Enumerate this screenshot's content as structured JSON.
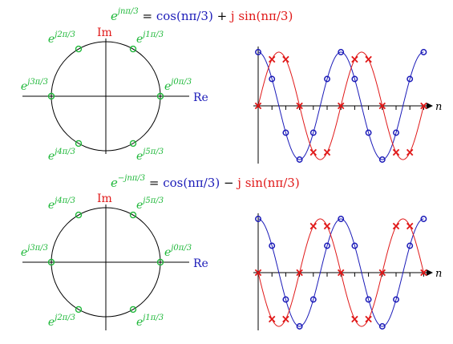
{
  "colors": {
    "green": "#1fb83a",
    "blue": "#1a1ab8",
    "red": "#e01818",
    "black": "#000000"
  },
  "top": {
    "equation": {
      "lhs_base": "e",
      "lhs_exp": "jnπ/3",
      "equals": " = ",
      "cos_term": "cos(nπ/3)",
      "op": " + ",
      "sin_term": "j sin(nπ/3)"
    },
    "axis_im": "Im",
    "axis_re": "Re",
    "points": [
      {
        "base": "e",
        "exp": "j0π/3",
        "angle_deg": 0
      },
      {
        "base": "e",
        "exp": "j1π/3",
        "angle_deg": 60
      },
      {
        "base": "e",
        "exp": "j2π/3",
        "angle_deg": 120
      },
      {
        "base": "e",
        "exp": "j3π/3",
        "angle_deg": 180
      },
      {
        "base": "e",
        "exp": "j4π/3",
        "angle_deg": 240
      },
      {
        "base": "e",
        "exp": "j5π/3",
        "angle_deg": 300
      }
    ],
    "n_label": "n",
    "sin_sign": 1
  },
  "bottom": {
    "equation": {
      "lhs_base": "e",
      "lhs_exp": "−jnπ/3",
      "equals": " = ",
      "cos_term": "cos(nπ/3)",
      "op": " − ",
      "sin_term": "j sin(nπ/3)"
    },
    "axis_im": "Im",
    "axis_re": "Re",
    "points": [
      {
        "base": "e",
        "exp": "j0π/3",
        "angle_deg": 0
      },
      {
        "base": "e",
        "exp": "j5π/3",
        "angle_deg": 60
      },
      {
        "base": "e",
        "exp": "j4π/3",
        "angle_deg": 120
      },
      {
        "base": "e",
        "exp": "j3π/3",
        "angle_deg": 180
      },
      {
        "base": "e",
        "exp": "j2π/3",
        "angle_deg": 240
      },
      {
        "base": "e",
        "exp": "j1π/3",
        "angle_deg": 300
      }
    ],
    "n_label": "n",
    "sin_sign": -1
  }
}
